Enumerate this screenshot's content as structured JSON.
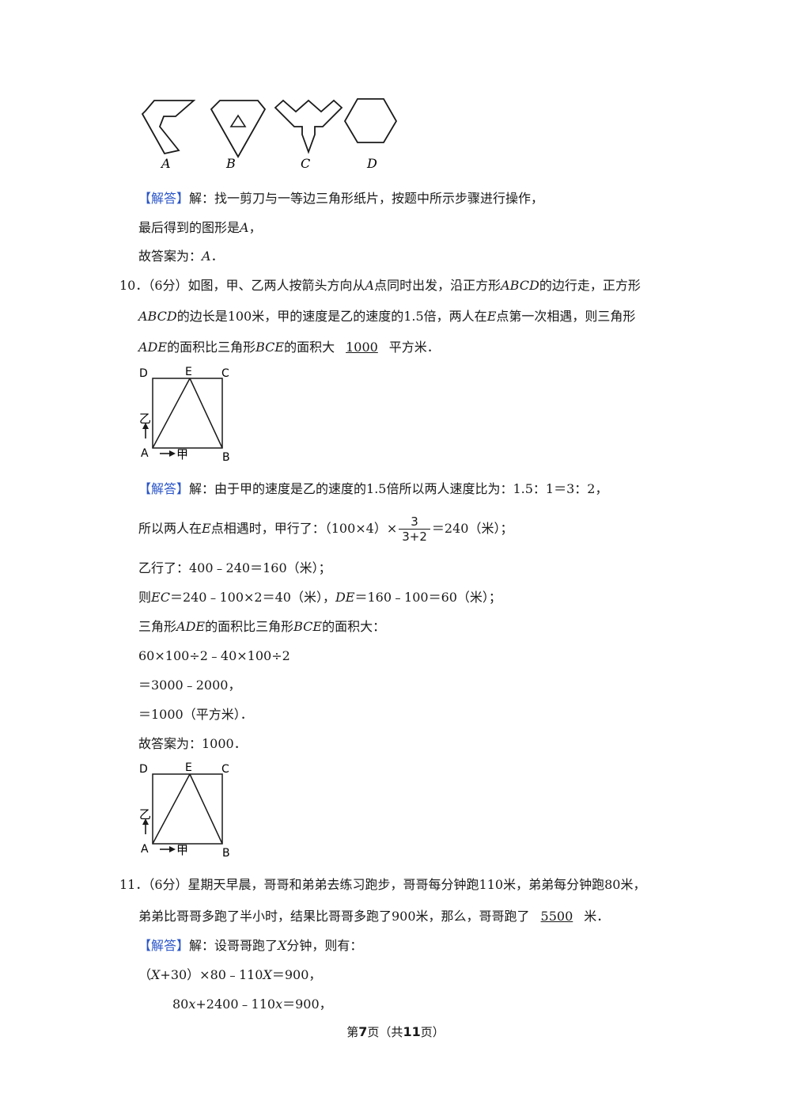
{
  "options": {
    "labels": [
      "A",
      "B",
      "C",
      "D"
    ]
  },
  "q9_answer": {
    "tag": "【解答】",
    "line1": "解：找一剪刀与一等边三角形纸片，按题中所示步骤进行操作，",
    "line2_pre": "最后得到的图形是",
    "line2_var": "A",
    "line2_post": "，",
    "line3_pre": "故答案为：",
    "line3_var": "A",
    "line3_post": "．"
  },
  "q10": {
    "l1_pre": "10．（6分）如图，甲、乙两人按箭头方向从",
    "l1_v1": "A",
    "l1_mid": "点同时出发，沿正方形",
    "l1_v2": "ABCD",
    "l1_post": "的边行走，正方形",
    "l2_v1": "ABCD",
    "l2_mid1": "的边长是100米，甲的速度是乙的速度的1.5倍，两人在",
    "l2_v2": "E",
    "l2_post": "点第一次相遇，则三角形",
    "l3_v1": "ADE",
    "l3_mid": "的面积比三角形",
    "l3_v2": "BCE",
    "l3_mid2": "的面积大",
    "l3_blank": "1000",
    "l3_post": "平方米．"
  },
  "figure": {
    "D": "D",
    "E": "E",
    "C": "C",
    "A": "A",
    "B": "B",
    "yi": "乙",
    "jia": "甲"
  },
  "q10_answer": {
    "tag": "【解答】",
    "s1": "解：由于甲的速度是乙的速度的1.5倍所以两人速度比为：1.5：1＝3：2，",
    "s2_pre": "所以两人在",
    "s2_var": "E",
    "s2_mid": "点相遇时，甲行了：（100×4）×",
    "s2_num": "3",
    "s2_den": "3+2",
    "s2_post": "＝240（米）；",
    "s3": "乙行了：400﹣240＝160（米）；",
    "s4_pre": "则",
    "s4_v1": "EC",
    "s4_mid": "＝240﹣100×2＝40（米），",
    "s4_v2": "DE",
    "s4_post": "＝160﹣100＝60（米）；",
    "s5_pre": "三角形",
    "s5_v1": "ADE",
    "s5_mid": "的面积比三角形",
    "s5_v2": "BCE",
    "s5_post": "的面积大：",
    "s6": "60×100÷2﹣40×100÷2",
    "s7": "＝3000﹣2000，",
    "s8": "＝1000（平方米）．",
    "s9": "故答案为：1000．"
  },
  "q11": {
    "l1": "11．（6分）星期天早晨，哥哥和弟弟去练习跑步，哥哥每分钟跑110米，弟弟每分钟跑80米，",
    "l2_pre": "弟弟比哥哥多跑了半小时，结果比哥哥多跑了900米，那么，哥哥跑了",
    "l2_blank": "5500",
    "l2_post": "米．",
    "ans_tag": "【解答】",
    "ans_pre": "解：设哥哥跑了",
    "ans_var": "X",
    "ans_post": "分钟，则有：",
    "e1_a": "（",
    "e1_v1": "X",
    "e1_b": "+30）×80﹣110",
    "e1_v2": "X",
    "e1_c": "＝900，",
    "e2_a": "80",
    "e2_v1": "x",
    "e2_b": "+2400﹣110",
    "e2_v2": "x",
    "e2_c": "＝900，"
  },
  "footer": {
    "pre": "第",
    "page": "7",
    "mid": "页（共",
    "total": "11",
    "post": "页）"
  }
}
